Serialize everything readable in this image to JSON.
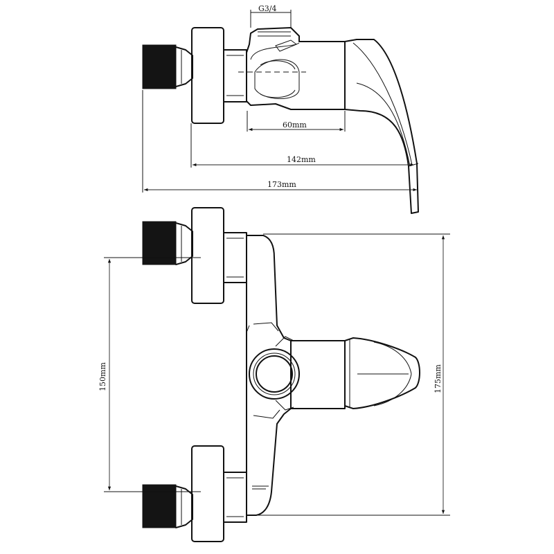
{
  "labels": {
    "thread": "G3/4",
    "d60": "60mm",
    "d142": "142mm",
    "d173": "173mm",
    "d150": "150mm",
    "d175": "175mm"
  },
  "colors": {
    "line": "#111111",
    "background": "#ffffff"
  }
}
